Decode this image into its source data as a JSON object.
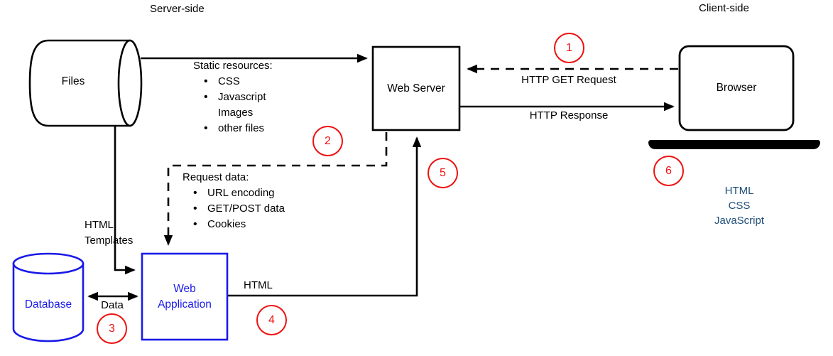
{
  "labels": {
    "server_side": "Server-side",
    "client_side": "Client-side"
  },
  "nodes": {
    "files": {
      "label": "Files"
    },
    "web_server": {
      "label": "Web Server"
    },
    "browser": {
      "label": "Browser"
    },
    "database": {
      "label": "Database"
    },
    "web_application": {
      "label": "Web\nApplication"
    }
  },
  "annotations": {
    "static_resources": {
      "title": "Static resources:",
      "items": [
        "CSS",
        "Javascript",
        "Images",
        "other files"
      ]
    },
    "request_data": {
      "title": "Request data:",
      "items": [
        "URL encoding",
        "GET/POST data",
        "Cookies"
      ]
    },
    "html_templates": "HTML\nTemplates",
    "data_label": "Data",
    "html_label": "HTML",
    "http_get_request": "HTTP GET Request",
    "http_response": "HTTP Response",
    "browser_output": [
      "HTML",
      "CSS",
      "JavaScript"
    ]
  },
  "steps": [
    "1",
    "2",
    "3",
    "4",
    "5",
    "6"
  ],
  "colors": {
    "line_black": "#000000",
    "node_blue": "#1a1ae8",
    "output_navy": "#1f4e79",
    "step_red": "#ee1111",
    "background": "#ffffff"
  }
}
